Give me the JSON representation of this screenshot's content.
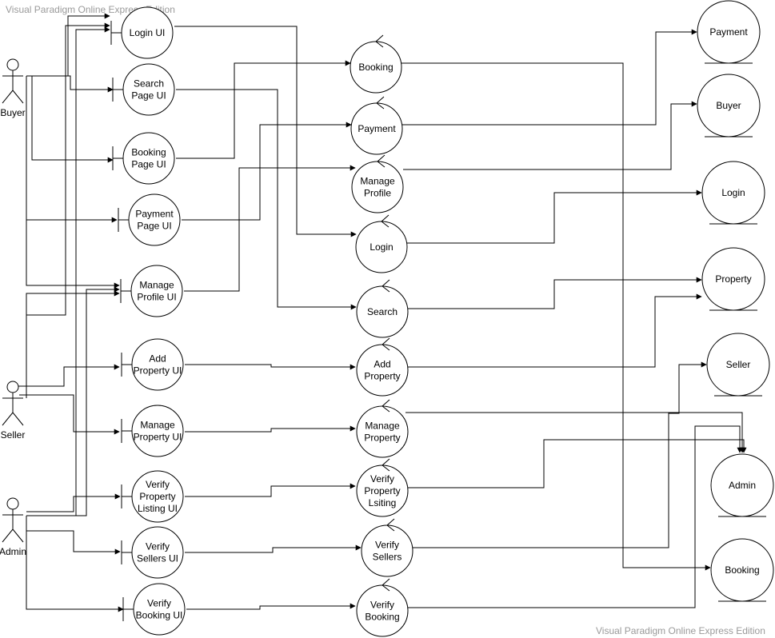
{
  "watermark_top": "Visual Paradigm Online Express Edition",
  "watermark_bottom": "Visual Paradigm Online Express Edition",
  "actors": [
    {
      "id": "buyer",
      "label": "Buyer"
    },
    {
      "id": "seller",
      "label": "Seller"
    },
    {
      "id": "admin",
      "label": "Admin"
    }
  ],
  "boundaries": [
    {
      "id": "login_ui",
      "label": [
        "Login UI"
      ]
    },
    {
      "id": "search_ui",
      "label": [
        "Search",
        "Page UI"
      ]
    },
    {
      "id": "booking_ui",
      "label": [
        "Booking",
        "Page UI"
      ]
    },
    {
      "id": "payment_ui",
      "label": [
        "Payment",
        "Page UI"
      ]
    },
    {
      "id": "manage_profile_ui",
      "label": [
        "Manage",
        "Profile UI"
      ]
    },
    {
      "id": "add_property_ui",
      "label": [
        "Add",
        "Property UI"
      ]
    },
    {
      "id": "manage_property_ui",
      "label": [
        "Manage",
        "Property UI"
      ]
    },
    {
      "id": "verify_listing_ui",
      "label": [
        "Verify",
        "Property",
        "Listing UI"
      ]
    },
    {
      "id": "verify_sellers_ui",
      "label": [
        "Verify",
        "Sellers UI"
      ]
    },
    {
      "id": "verify_booking_ui",
      "label": [
        "Verify",
        "Booking UI"
      ]
    }
  ],
  "controls": [
    {
      "id": "booking_ctrl",
      "label": [
        "Booking"
      ]
    },
    {
      "id": "payment_ctrl",
      "label": [
        "Payment"
      ]
    },
    {
      "id": "manage_profile_ctrl",
      "label": [
        "Manage",
        "Profile"
      ]
    },
    {
      "id": "login_ctrl",
      "label": [
        "Login"
      ]
    },
    {
      "id": "search_ctrl",
      "label": [
        "Search"
      ]
    },
    {
      "id": "add_property_ctrl",
      "label": [
        "Add",
        "Property"
      ]
    },
    {
      "id": "manage_property_ctrl",
      "label": [
        "Manage",
        "Property"
      ]
    },
    {
      "id": "verify_listing_ctrl",
      "label": [
        "Verify",
        "Property",
        "Lsiting"
      ]
    },
    {
      "id": "verify_sellers_ctrl",
      "label": [
        "Verify",
        "Sellers"
      ]
    },
    {
      "id": "verify_booking_ctrl",
      "label": [
        "Verify",
        "Booking"
      ]
    }
  ],
  "entities": [
    {
      "id": "payment_ent",
      "label": [
        "Payment"
      ]
    },
    {
      "id": "buyer_ent",
      "label": [
        "Buyer"
      ]
    },
    {
      "id": "login_ent",
      "label": [
        "Login"
      ]
    },
    {
      "id": "property_ent",
      "label": [
        "Property"
      ]
    },
    {
      "id": "seller_ent",
      "label": [
        "Seller"
      ]
    },
    {
      "id": "admin_ent",
      "label": [
        "Admin"
      ]
    },
    {
      "id": "booking_ent",
      "label": [
        "Booking"
      ]
    }
  ],
  "connections": [
    {
      "from": "buyer",
      "to": "login_ui"
    },
    {
      "from": "buyer",
      "to": "search_ui"
    },
    {
      "from": "buyer",
      "to": "booking_ui"
    },
    {
      "from": "buyer",
      "to": "payment_ui"
    },
    {
      "from": "buyer",
      "to": "manage_profile_ui"
    },
    {
      "from": "seller",
      "to": "login_ui"
    },
    {
      "from": "seller",
      "to": "manage_profile_ui"
    },
    {
      "from": "seller",
      "to": "add_property_ui"
    },
    {
      "from": "seller",
      "to": "manage_property_ui"
    },
    {
      "from": "admin",
      "to": "login_ui"
    },
    {
      "from": "admin",
      "to": "manage_profile_ui"
    },
    {
      "from": "admin",
      "to": "verify_listing_ui"
    },
    {
      "from": "admin",
      "to": "verify_sellers_ui"
    },
    {
      "from": "admin",
      "to": "verify_booking_ui"
    },
    {
      "from": "login_ui",
      "to": "login_ctrl"
    },
    {
      "from": "search_ui",
      "to": "search_ctrl"
    },
    {
      "from": "booking_ui",
      "to": "booking_ctrl"
    },
    {
      "from": "payment_ui",
      "to": "payment_ctrl"
    },
    {
      "from": "manage_profile_ui",
      "to": "manage_profile_ctrl"
    },
    {
      "from": "add_property_ui",
      "to": "add_property_ctrl"
    },
    {
      "from": "manage_property_ui",
      "to": "manage_property_ctrl"
    },
    {
      "from": "verify_listing_ui",
      "to": "verify_listing_ctrl"
    },
    {
      "from": "verify_sellers_ui",
      "to": "verify_sellers_ctrl"
    },
    {
      "from": "verify_booking_ui",
      "to": "verify_booking_ctrl"
    },
    {
      "from": "booking_ctrl",
      "to": "booking_ent"
    },
    {
      "from": "payment_ctrl",
      "to": "payment_ent"
    },
    {
      "from": "manage_profile_ctrl",
      "to": "buyer_ent"
    },
    {
      "from": "login_ctrl",
      "to": "login_ent"
    },
    {
      "from": "search_ctrl",
      "to": "property_ent"
    },
    {
      "from": "add_property_ctrl",
      "to": "property_ent"
    },
    {
      "from": "manage_property_ctrl",
      "to": "admin_ent"
    },
    {
      "from": "verify_listing_ctrl",
      "to": "admin_ent"
    },
    {
      "from": "verify_sellers_ctrl",
      "to": "seller_ent"
    },
    {
      "from": "verify_booking_ctrl",
      "to": "admin_ent"
    }
  ]
}
